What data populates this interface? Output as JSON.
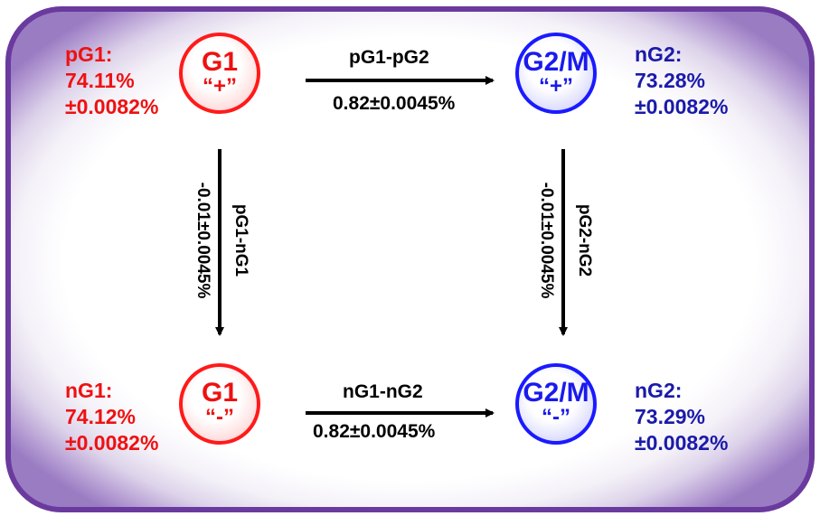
{
  "nodes": {
    "g1_plus": {
      "label": "G1",
      "sign": "“+”",
      "color": "#ee1111"
    },
    "g2_plus": {
      "label": "G2/M",
      "sign": "“+”",
      "color": "#1a1aee"
    },
    "g1_minus": {
      "label": "G1",
      "sign": "“-”",
      "color": "#ee1111"
    },
    "g2_minus": {
      "label": "G2/M",
      "sign": "“-”",
      "color": "#1a1aee"
    }
  },
  "annotations": {
    "top_left": [
      "pG1:",
      "74.11%",
      "±0.0082%"
    ],
    "top_right": [
      "nG2:",
      "73.28%",
      "±0.0082%"
    ],
    "bottom_left": [
      "nG1:",
      "74.12%",
      "±0.0082%"
    ],
    "bottom_right": [
      "nG2:",
      "73.29%",
      "±0.0082%"
    ]
  },
  "edges": {
    "top": {
      "name": "pG1-pG2",
      "value": "0.82±0.0045%"
    },
    "bottom": {
      "name": "nG1-nG2",
      "value": "0.82±0.0045%"
    },
    "left": {
      "name": "pG1-nG1",
      "value": "-0.01±0.0045%"
    },
    "right": {
      "name": "pG2-nG2",
      "value": "-0.01±0.0045%"
    }
  },
  "colors": {
    "frame": "#6a3a9e",
    "red": "#ee1111",
    "blue": "#1a1aee",
    "arrow": "#000000"
  }
}
